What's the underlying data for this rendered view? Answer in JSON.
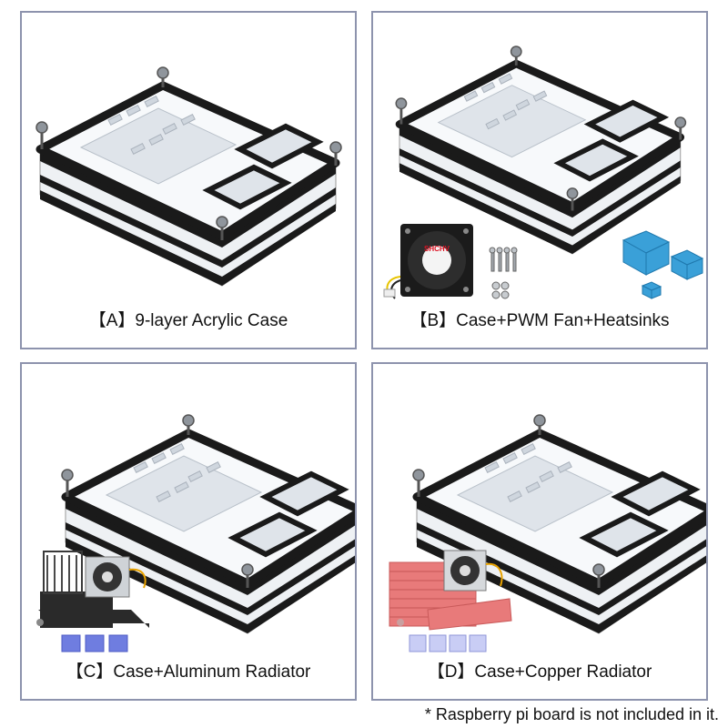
{
  "panels": [
    {
      "id": "a",
      "bracket": "【A】",
      "label": "9-layer Acrylic Case"
    },
    {
      "id": "b",
      "bracket": "【B】",
      "label": "Case+PWM Fan+Heatsinks"
    },
    {
      "id": "c",
      "bracket": "【C】",
      "label": "Case+Aluminum Radiator"
    },
    {
      "id": "d",
      "bracket": "【D】",
      "label": "Case+Copper Radiator"
    }
  ],
  "fan_brand": "SHCHV",
  "footnote": "* Raspberry pi board is not included in it.",
  "colors": {
    "border": "#8d93ad",
    "acrylic_black": "#1a1a1a",
    "heatsink_blue": "#3aa0d8",
    "radiator_black": "#2a2a2a",
    "radiator_copper": "#e87a7a",
    "thermal_pad": "#6f7de0"
  }
}
